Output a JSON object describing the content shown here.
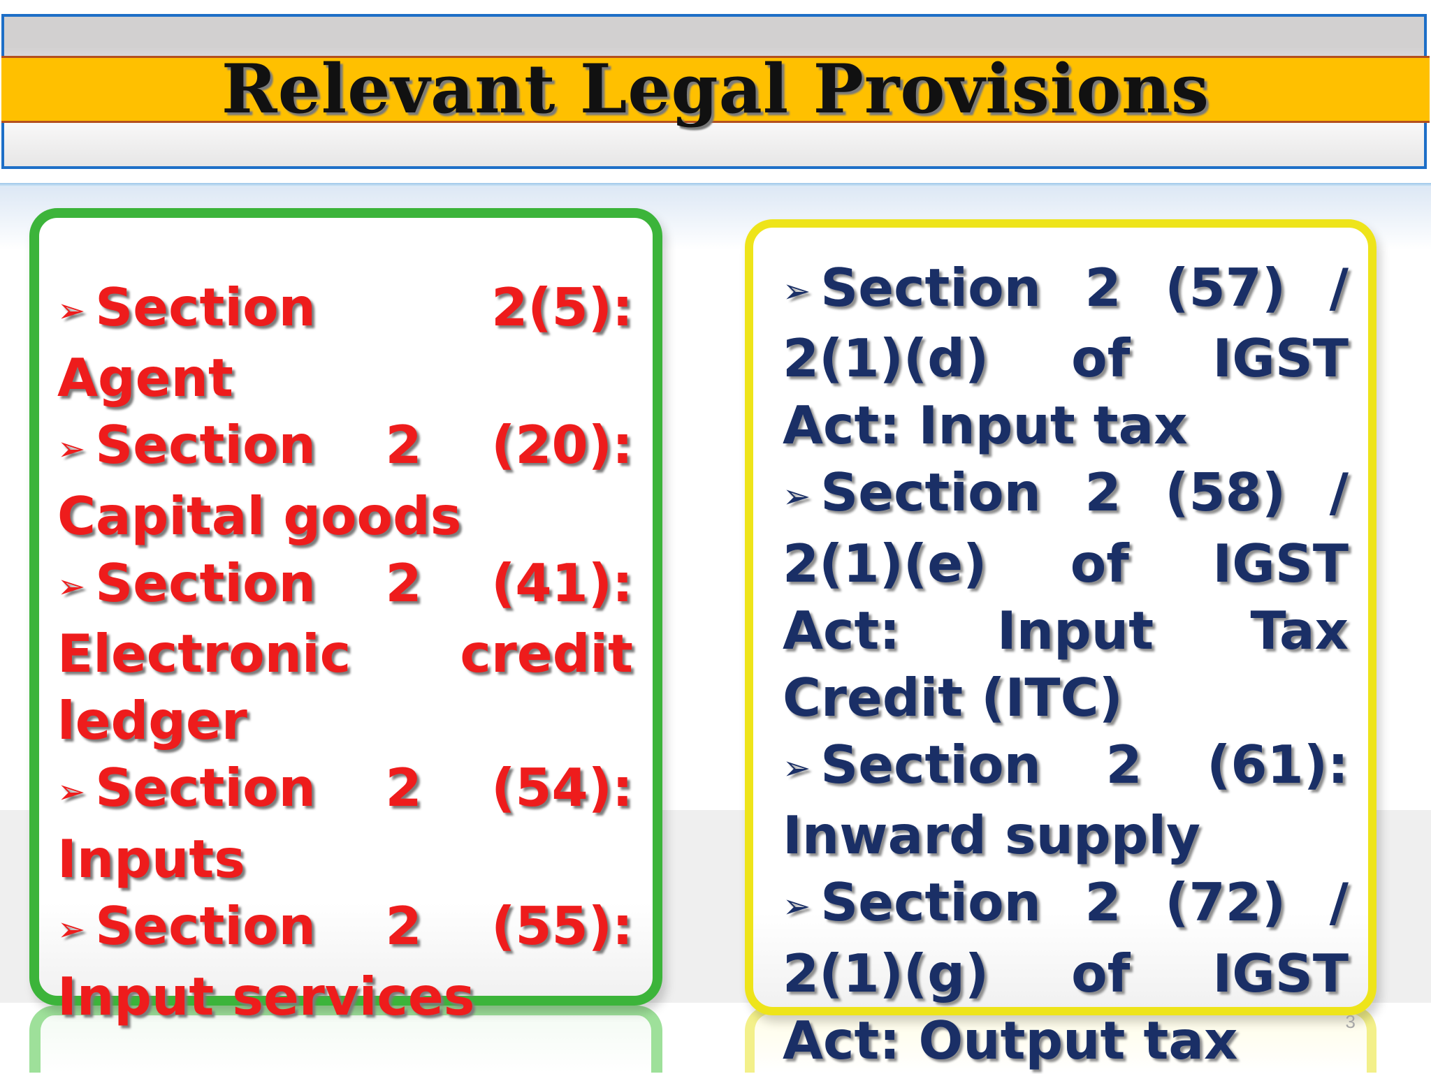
{
  "slide": {
    "title": "Relevant Legal Provisions",
    "page_number": "3"
  },
  "left_panel": {
    "bullet_glyph": "➢",
    "items": [
      "Section 2(5): Agent",
      "Section 2 (20): Capital goods",
      "Section 2 (41): Electronic credit ledger",
      "Section 2 (54): Inputs",
      "Section 2 (55): Input services"
    ]
  },
  "right_panel": {
    "bullet_glyph": "➢",
    "items": [
      "Section 2 (57) / 2(1)(d) of IGST Act: Input tax",
      "Section 2 (58) / 2(1)(e) of IGST Act: Input Tax Credit (ITC)",
      "Section 2 (61): Inward supply",
      "Section 2 (72) / 2(1)(g) of IGST Act: Output tax"
    ]
  },
  "colors": {
    "title_band": "#ffc000",
    "left_border": "#3cb43a",
    "left_text": "#ee1c1c",
    "right_border": "#eee41a",
    "right_text": "#1a2f66"
  }
}
